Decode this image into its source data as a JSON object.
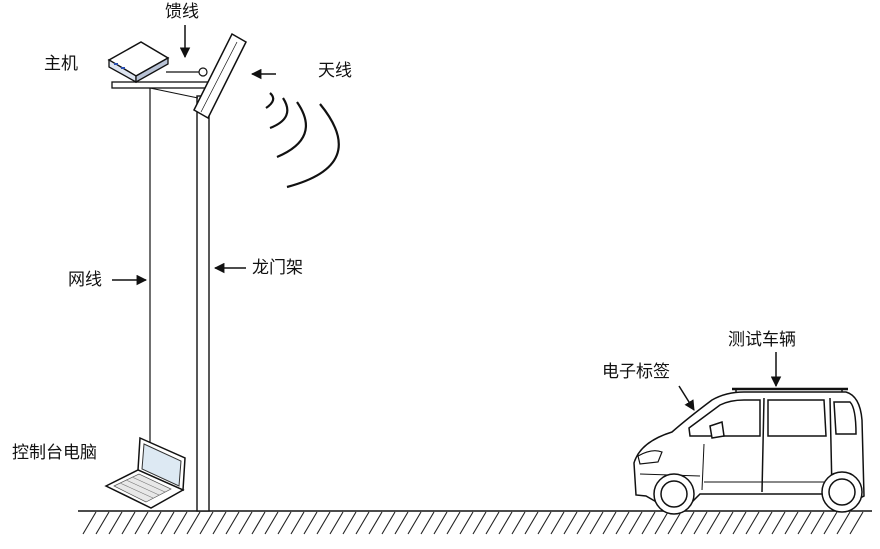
{
  "labels": {
    "feeder": "馈线",
    "host": "主机",
    "antenna": "天线",
    "network_cable": "网线",
    "gantry": "龙门架",
    "console_pc": "控制台电脑",
    "test_vehicle": "测试车辆",
    "rfid_tag": "电子标签"
  }
}
